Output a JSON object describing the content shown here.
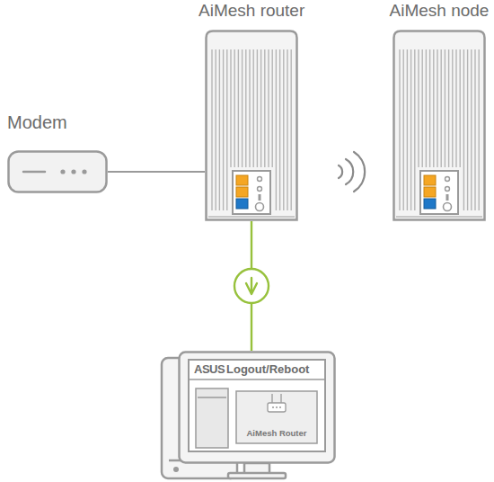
{
  "diagram": {
    "nodes": [
      {
        "text": [
          "Modem"
        ]
      },
      {
        "text": [
          "AiMesh router"
        ]
      },
      {
        "text": [
          "AiMesh node"
        ]
      },
      {
        "text": [
          "ASUS",
          "Logout/Reboot"
        ]
      },
      {
        "text": [
          "AiMesh Router"
        ],
        "in": 3
      }
    ],
    "edges": [
      {
        "from": 0,
        "to": 1,
        "arrow": "none"
      },
      {
        "from": 1,
        "to": 3,
        "arrow": "to"
      }
    ]
  }
}
